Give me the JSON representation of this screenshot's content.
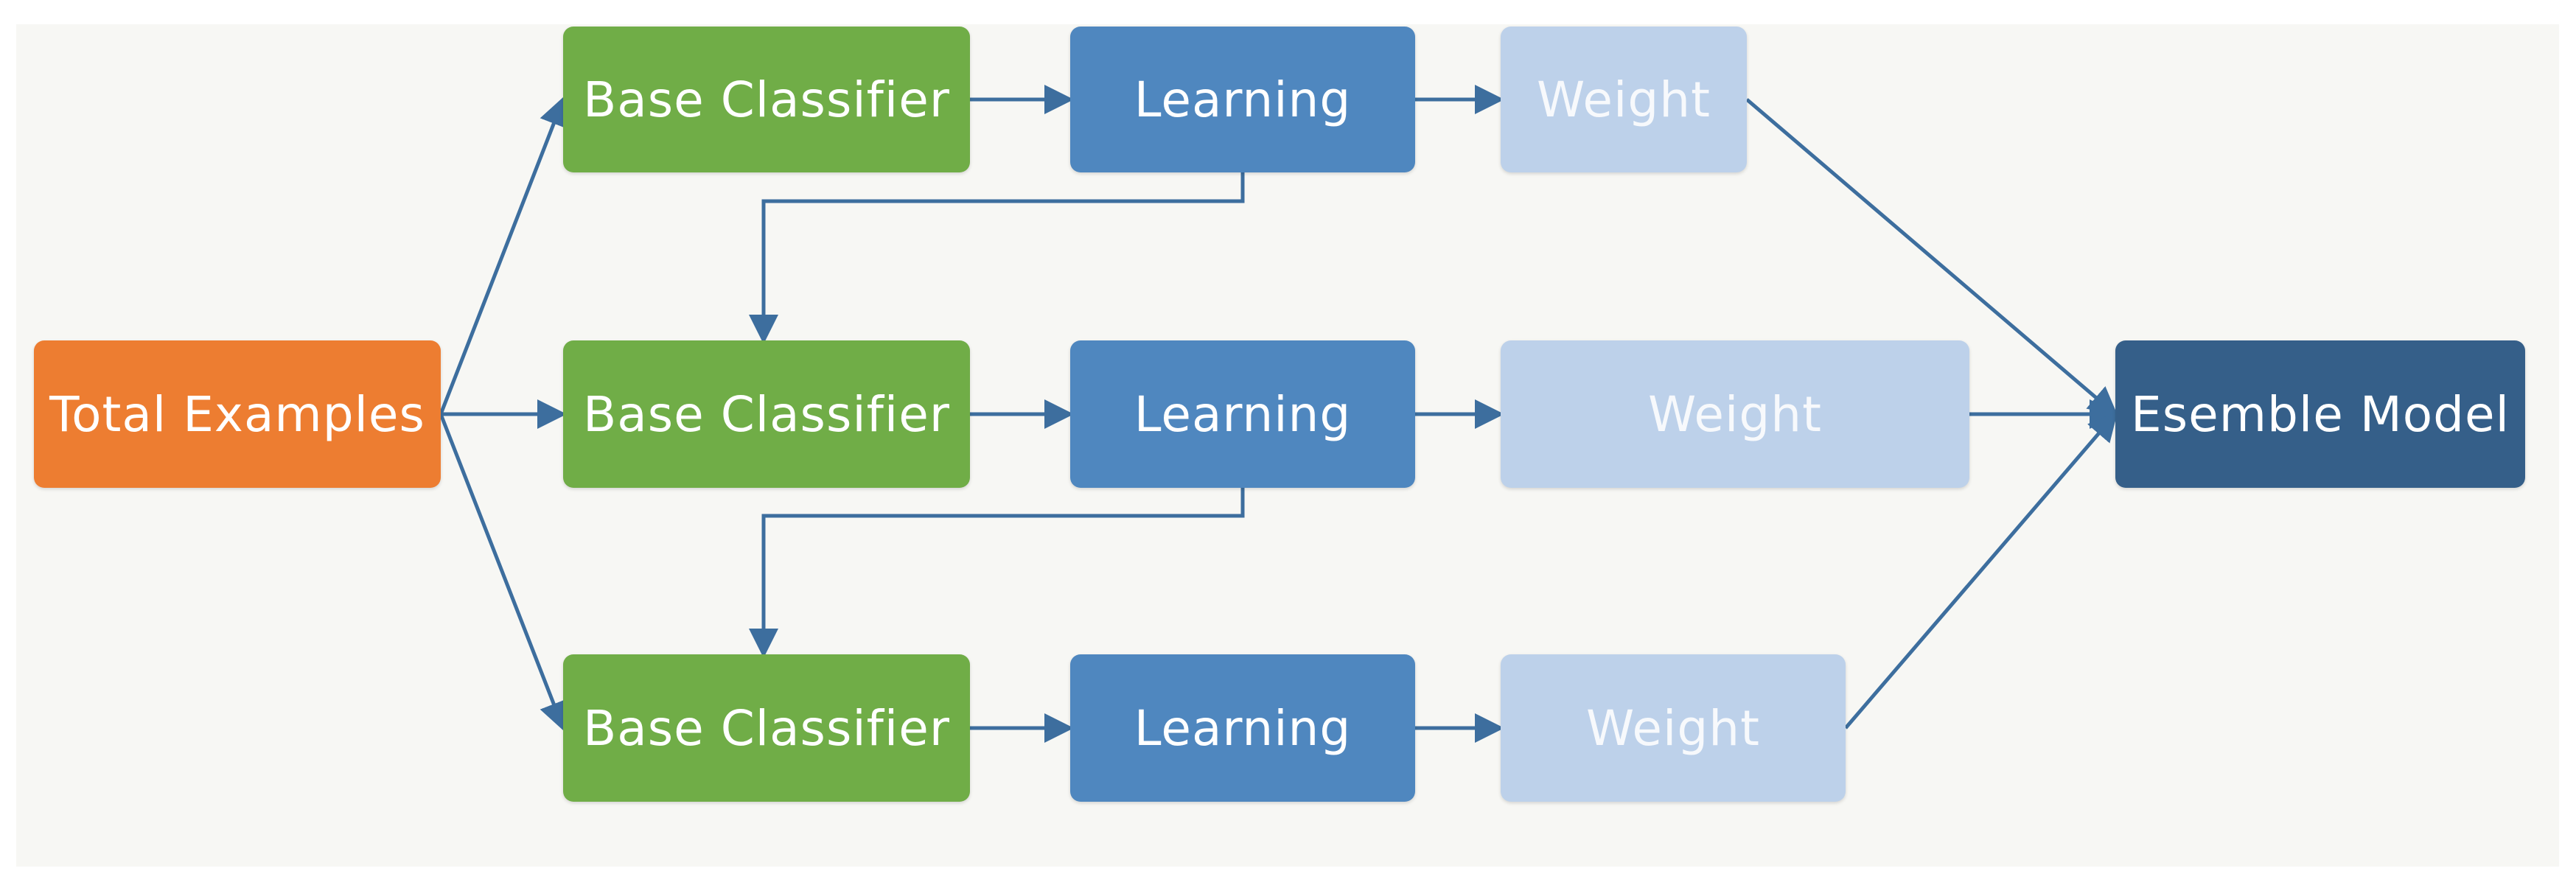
{
  "nodes": {
    "total_examples": "Total Examples",
    "rows": [
      {
        "base_classifier": "Base Classifier",
        "learning": "Learning",
        "weight": "Weight"
      },
      {
        "base_classifier": "Base Classifier",
        "learning": "Learning",
        "weight": "Weight"
      },
      {
        "base_classifier": "Base Classifier",
        "learning": "Learning",
        "weight": "Weight"
      }
    ],
    "ensemble_model": "Esemble Model"
  },
  "colors": {
    "total_examples": "#ed7d31",
    "base_classifier": "#70ad47",
    "learning": "#4f87bf",
    "weight": "#bdd1ea",
    "ensemble_model": "#355f89",
    "connector": "#3d6e9e",
    "background": "#f7f7f4"
  }
}
